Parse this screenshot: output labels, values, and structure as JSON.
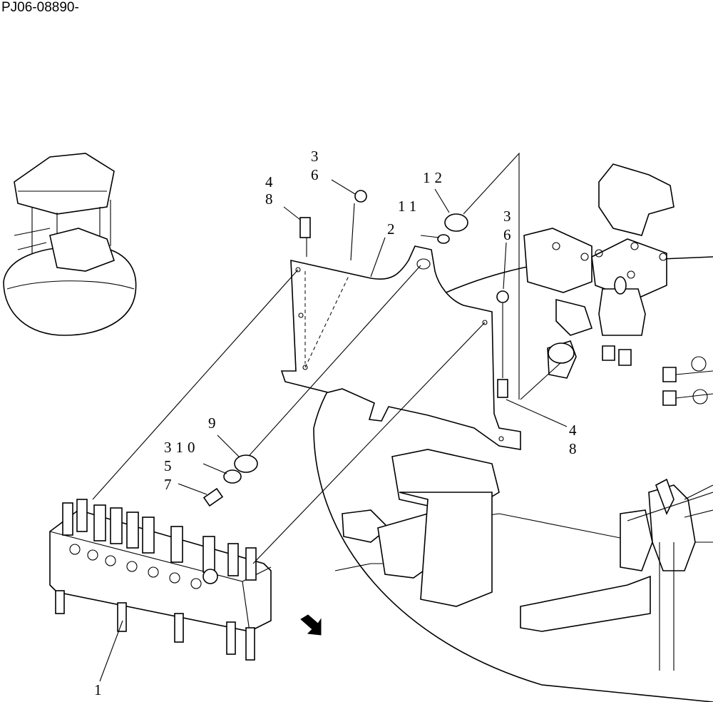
{
  "drawing_code": "PJ06-08890-",
  "callouts": {
    "c3_top": "3",
    "c6_top": "6",
    "c4_top": "4",
    "c8_top": "8",
    "c12": "12",
    "c11": "11",
    "c2": "2",
    "c3_right": "3",
    "c6_right": "6",
    "c4_right": "4",
    "c8_right": "8",
    "c9": "9",
    "c310": "310",
    "c5": "5",
    "c7": "7",
    "c1": "1"
  },
  "icons": {
    "orientation_arrow": "arrow-icon"
  }
}
